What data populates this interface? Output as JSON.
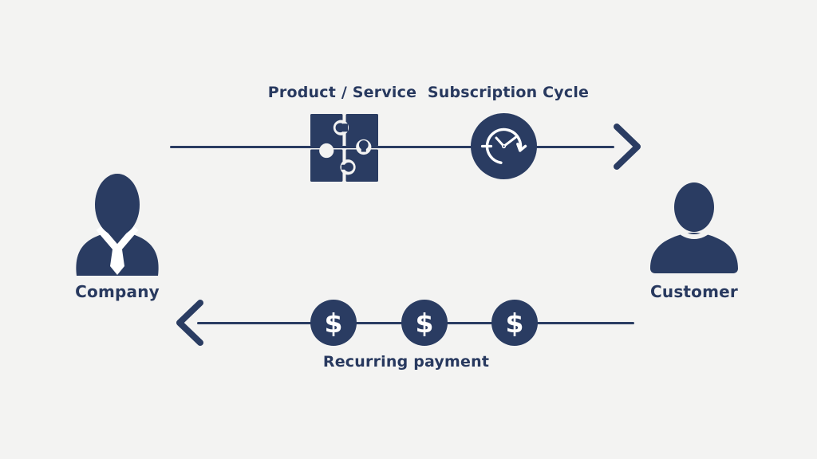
{
  "canvas": {
    "background_color": "#f3f3f2",
    "accent_color": "#2a3c62"
  },
  "entities": {
    "company": {
      "label": "Company"
    },
    "customer": {
      "label": "Customer"
    }
  },
  "top_flow": {
    "direction": "left-to-right",
    "product_service_label": "Product / Service",
    "subscription_cycle_label": "Subscription Cycle"
  },
  "bottom_flow": {
    "direction": "right-to-left",
    "label": "Recurring payment",
    "coins": [
      "$",
      "$",
      "$"
    ]
  }
}
